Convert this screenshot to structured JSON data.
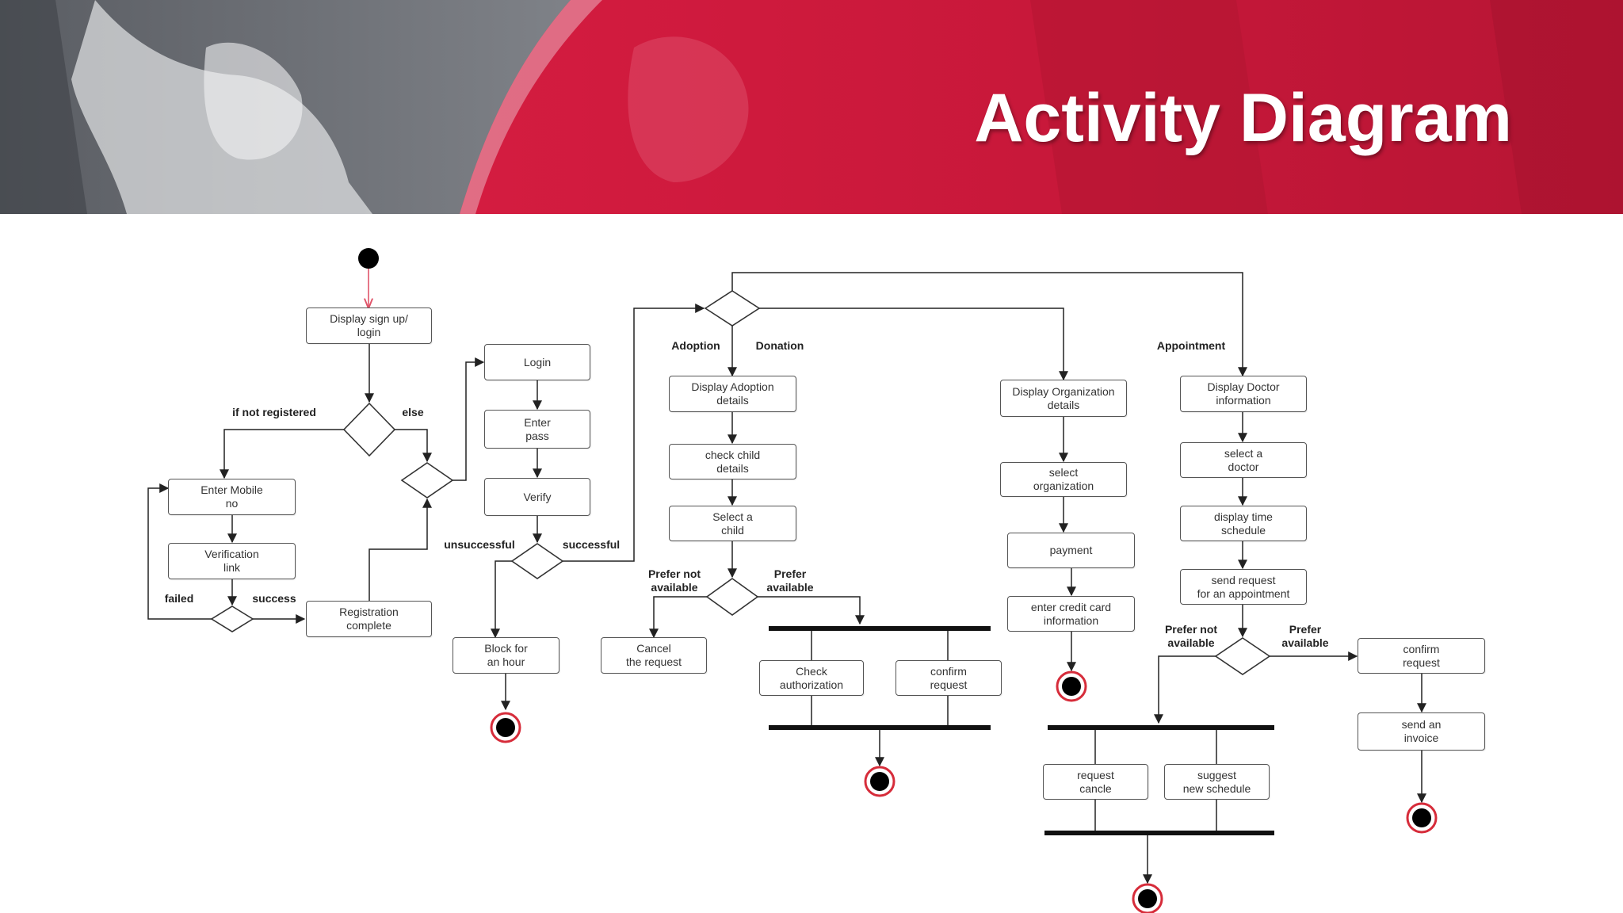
{
  "title": "Activity Diagram",
  "colors": {
    "banner_red": "#c8183a",
    "final_ring": "#d62c3a",
    "initial_arrow": "#e0556a"
  },
  "nodes": {
    "display_signup": "Display sign up/\nlogin",
    "enter_mobile": "Enter Mobile\nno",
    "verification_link": "Verification\nlink",
    "registration_complete": "Registration\ncomplete",
    "login": "Login",
    "enter_pass": "Enter\npass",
    "verify": "Verify",
    "block_hour": "Block for\nan hour",
    "display_adoption": "Display Adoption\ndetails",
    "check_child": "check child\ndetails",
    "select_child": "Select a\nchild",
    "cancel_request": "Cancel\nthe request",
    "check_authorization": "Check\nauthorization",
    "confirm_request_adoption": "confirm\nrequest",
    "display_org": "Display Organization\ndetails",
    "select_org": "select\norganization",
    "payment": "payment",
    "enter_credit": "enter credit card\ninformation",
    "display_doctor": "Display Doctor\ninformation",
    "select_doctor": "select a\ndoctor",
    "display_time": "display time\nschedule",
    "send_request": "send request\nfor an appointment",
    "confirm_request_appt": "confirm\nrequest",
    "send_invoice": "send an\ninvoice",
    "request_cancel": "request\ncancle",
    "suggest_schedule": "suggest\nnew schedule"
  },
  "labels": {
    "if_not_registered": "if not registered",
    "else": "else",
    "failed": "failed",
    "success": "success",
    "unsuccessful": "unsuccessful",
    "successful": "successful",
    "adoption": "Adoption",
    "donation": "Donation",
    "appointment": "Appointment",
    "prefer_not_available_1": "Prefer not\navailable",
    "prefer_available_1": "Prefer\navailable",
    "prefer_not_available_2": "Prefer not\navailable",
    "prefer_available_2": "Prefer\navailable"
  }
}
